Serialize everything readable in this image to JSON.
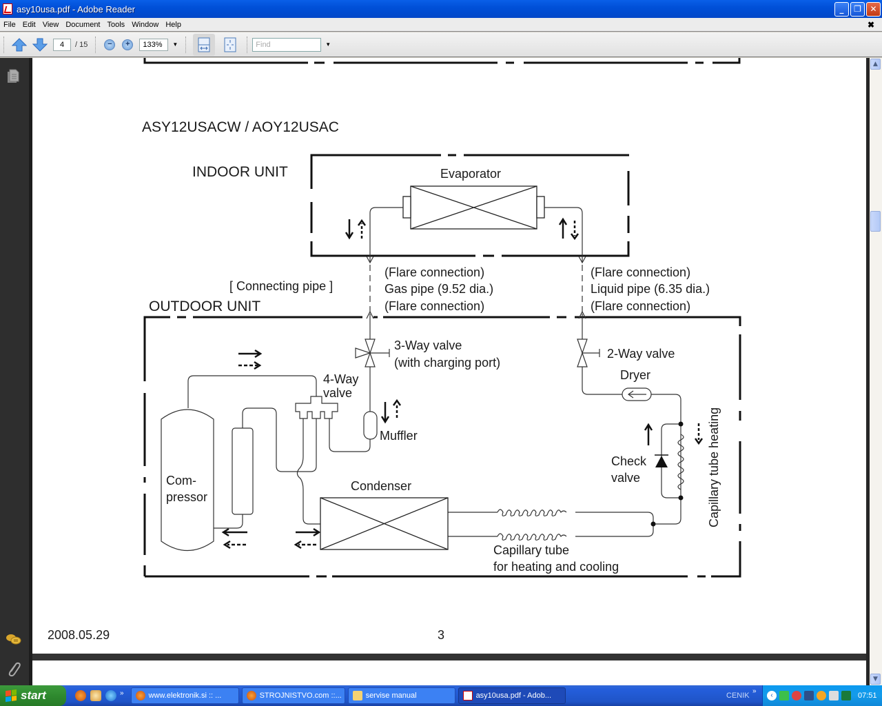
{
  "window": {
    "title": "asy10usa.pdf - Adobe Reader",
    "minimize_label": "_",
    "restore_label": "❐",
    "close_label": "✕"
  },
  "menu": {
    "items": [
      "File",
      "Edit",
      "View",
      "Document",
      "Tools",
      "Window",
      "Help"
    ],
    "close_doc": "✖"
  },
  "toolbar": {
    "current_page": "4",
    "total_pages": "/ 15",
    "zoom_out": "−",
    "zoom_in": "+",
    "zoom_level": "133%",
    "find_placeholder": "Find"
  },
  "document": {
    "heading": "ASY12USACW / AOY12USAC",
    "footer_date": "2008.05.29",
    "page_number": "3",
    "diagram": {
      "indoor_unit": "INDOOR UNIT",
      "outdoor_unit": "OUTDOOR UNIT",
      "evaporator": "Evaporator",
      "connecting_pipe": "[ Connecting pipe ]",
      "gas_flare_top": "(Flare connection)",
      "gas_pipe": "Gas pipe (9.52 dia.)",
      "gas_flare_bottom": "(Flare connection)",
      "liquid_flare_top": "(Flare connection)",
      "liquid_pipe": "Liquid pipe (6.35 dia.)",
      "liquid_flare_bottom": "(Flare connection)",
      "three_way_valve": "3-Way valve",
      "charging_port": "(with charging port)",
      "two_way_valve": "2-Way valve",
      "dryer": "Dryer",
      "four_way_1": "4-Way",
      "four_way_2": "valve",
      "muffler": "Muffler",
      "compressor_1": "Com-",
      "compressor_2": "pressor",
      "condenser": "Condenser",
      "check_valve_1": "Check",
      "check_valve_2": "valve",
      "cap_tube_heating": "Capillary tube heating",
      "cap_tube_hc_1": "Capillary tube",
      "cap_tube_hc_2": "for heating and cooling"
    }
  },
  "taskbar": {
    "start": "start",
    "quicklaunch_more": "»",
    "items": [
      {
        "label": "www.elektronik.si :: ...",
        "icon": "firefox-icon"
      },
      {
        "label": "STROJNISTVO.com ::...",
        "icon": "firefox-icon"
      },
      {
        "label": "servise manual",
        "icon": "folder-icon"
      },
      {
        "label": "asy10usa.pdf - Adob...",
        "icon": "pdf-icon"
      }
    ],
    "toolbar_label": "CENIK",
    "toolbar_more": "»",
    "clock": "07:51"
  },
  "colors": {
    "titlebar": "#0050d8",
    "taskbar": "#245edb",
    "start": "#2f8a2f",
    "tray": "#0f87d8",
    "panel": "#2e2e2e"
  }
}
